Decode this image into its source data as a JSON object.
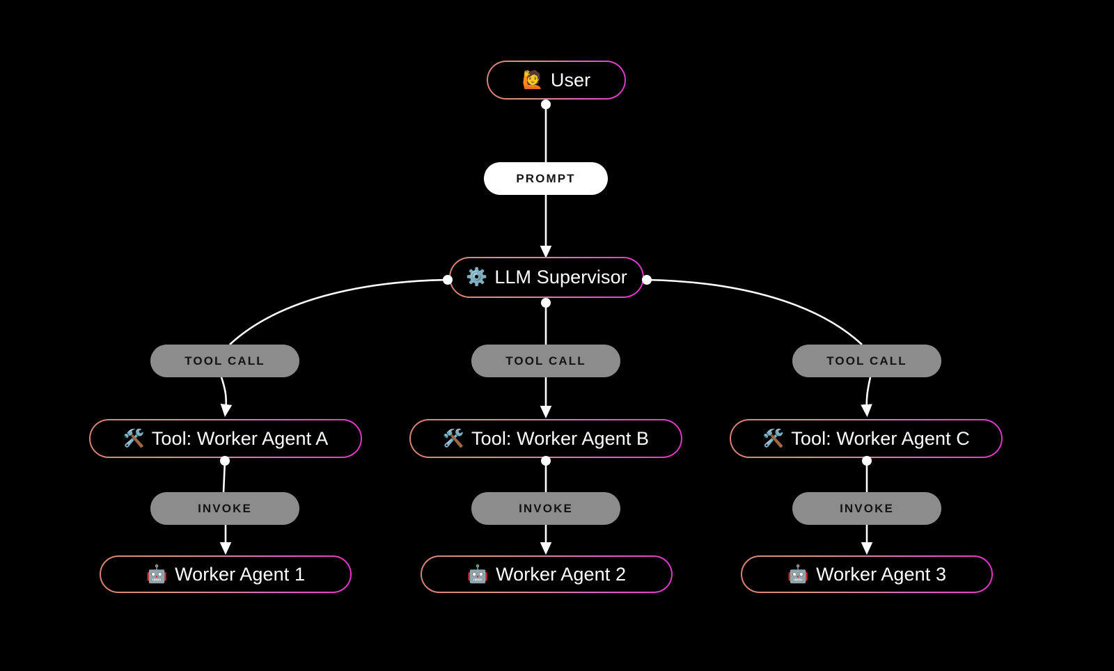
{
  "diagram": {
    "title": "LLM Supervisor multi-agent tool graph",
    "background": "#000000",
    "edge_color": "#ffffff",
    "node_border_gradient_start": "#d8817a",
    "node_border_gradient_end": "#e334c8",
    "pill_gray": "#8c8c8c",
    "pill_white": "#ffffff"
  },
  "nodes": {
    "user": {
      "emoji": "🙋",
      "label": "User",
      "icon_name": "person-raising-hand-emoji"
    },
    "supervisor": {
      "emoji": "⚙️",
      "label": "LLM Supervisor",
      "icon_name": "gear-emoji"
    },
    "tool_a": {
      "emoji": "🛠️",
      "label": "Tool: Worker Agent A",
      "icon_name": "hammer-and-wrench-emoji"
    },
    "tool_b": {
      "emoji": "🛠️",
      "label": "Tool: Worker Agent B",
      "icon_name": "hammer-and-wrench-emoji"
    },
    "tool_c": {
      "emoji": "🛠️",
      "label": "Tool: Worker Agent C",
      "icon_name": "hammer-and-wrench-emoji"
    },
    "worker_1": {
      "emoji": "🤖",
      "label": "Worker Agent 1",
      "icon_name": "robot-emoji"
    },
    "worker_2": {
      "emoji": "🤖",
      "label": "Worker Agent 2",
      "icon_name": "robot-emoji"
    },
    "worker_3": {
      "emoji": "🤖",
      "label": "Worker Agent 3",
      "icon_name": "robot-emoji"
    }
  },
  "edge_labels": {
    "prompt": "PROMPT",
    "tool_call_left": "TOOL CALL",
    "tool_call_center": "TOOL CALL",
    "tool_call_right": "TOOL CALL",
    "invoke_left": "INVOKE",
    "invoke_center": "INVOKE",
    "invoke_right": "INVOKE"
  }
}
